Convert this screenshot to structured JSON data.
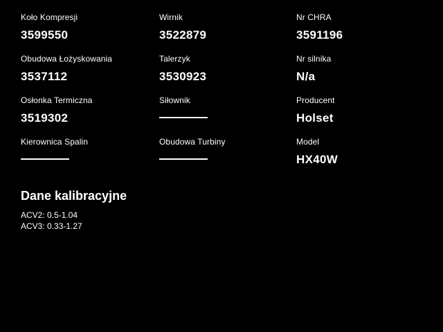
{
  "colors": {
    "background": "#000000",
    "text": "#ffffff"
  },
  "fields": [
    {
      "label": "Koło Kompresji",
      "value": "3599550",
      "empty": false
    },
    {
      "label": "Wirnik",
      "value": "3522879",
      "empty": false
    },
    {
      "label": "Nr CHRA",
      "value": "3591196",
      "empty": false
    },
    {
      "label": "Obudowa Łożyskowania",
      "value": "3537112",
      "empty": false
    },
    {
      "label": "Talerzyk",
      "value": "3530923",
      "empty": false
    },
    {
      "label": "Nr silnika",
      "value": "N/a",
      "empty": false
    },
    {
      "label": "Osłonka Termiczna",
      "value": "3519302",
      "empty": false
    },
    {
      "label": "Siłownik",
      "value": "",
      "empty": true
    },
    {
      "label": "Producent",
      "value": "Holset",
      "empty": false
    },
    {
      "label": "Kierownica Spalin",
      "value": "",
      "empty": true
    },
    {
      "label": "Obudowa Turbiny",
      "value": "",
      "empty": true
    },
    {
      "label": "Model",
      "value": "HX40W",
      "empty": false
    }
  ],
  "calibration": {
    "title": "Dane kalibracyjne",
    "lines": [
      "ACV2: 0.5-1.04",
      "ACV3: 0.33-1.27"
    ]
  }
}
